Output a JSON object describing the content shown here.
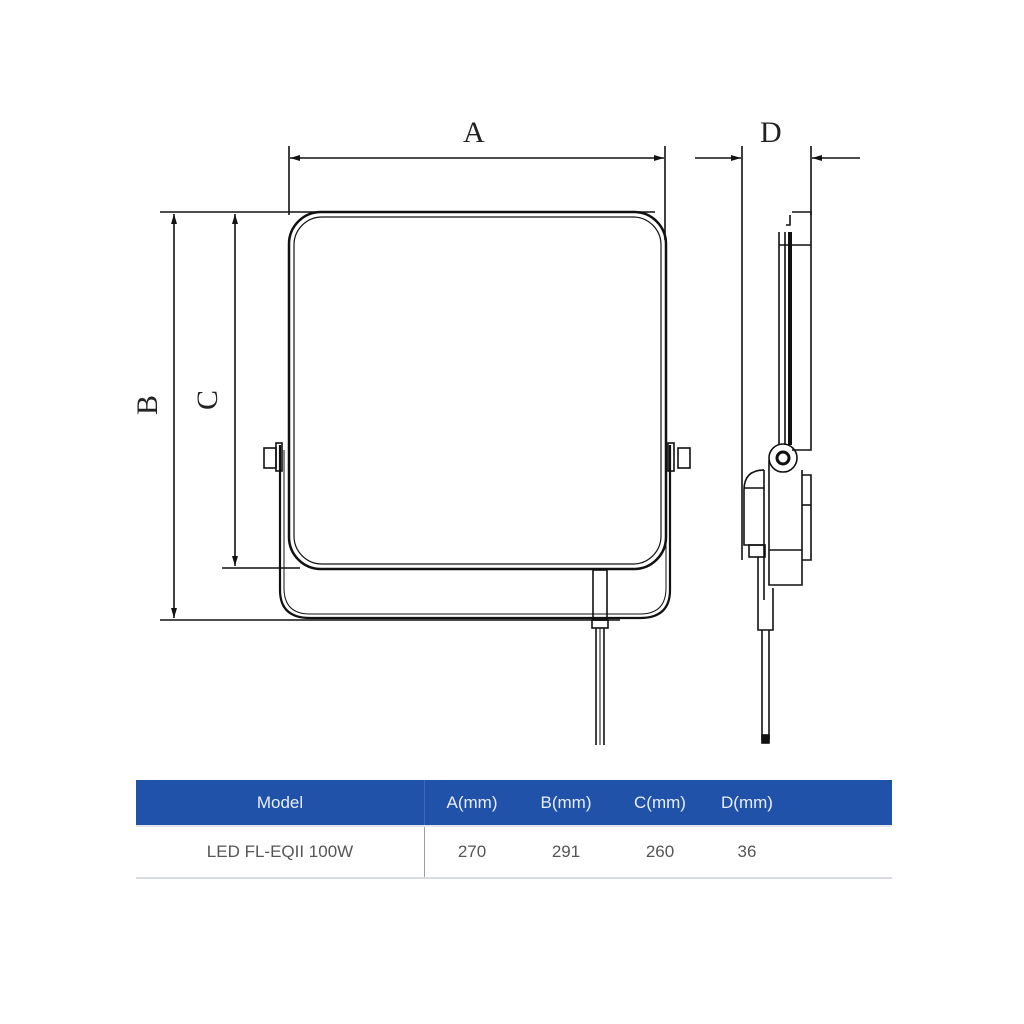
{
  "drawing": {
    "labels": {
      "A": "A",
      "B": "B",
      "C": "C",
      "D": "D"
    }
  },
  "table": {
    "header_color": "#1f52a8",
    "headers": [
      "Model",
      "A(mm)",
      "B(mm)",
      "C(mm)",
      "D(mm)"
    ],
    "rows": [
      {
        "model": "LED FL-EQII 100W",
        "a": "270",
        "b": "291",
        "c": "260",
        "d": "36"
      }
    ]
  }
}
